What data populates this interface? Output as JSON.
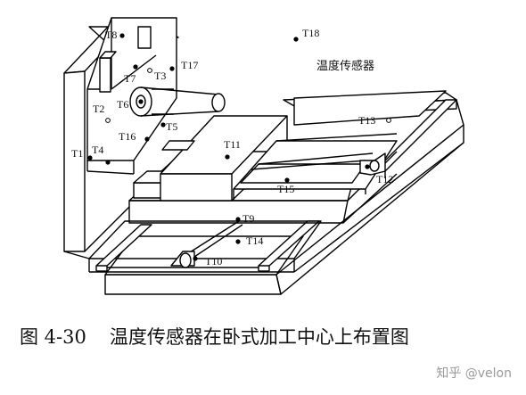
{
  "labels": {
    "T1": "T1",
    "T2": "T2",
    "T3": "T3",
    "T4": "T4",
    "T5": "T5",
    "T6": "T6",
    "T7": "T7",
    "T8": "T8",
    "T9": "T9",
    "T10": "T10",
    "T11": "T11",
    "T12": "T12",
    "T13": "T13",
    "T14": "T14",
    "T15": "T15",
    "T16": "T16",
    "T17": "T17",
    "T18": "T18"
  },
  "sensor_note": "温度传感器",
  "caption": {
    "number": "图 4-30",
    "text": "温度传感器在卧式加工中心上布置图"
  },
  "watermark": "知乎 @velon"
}
